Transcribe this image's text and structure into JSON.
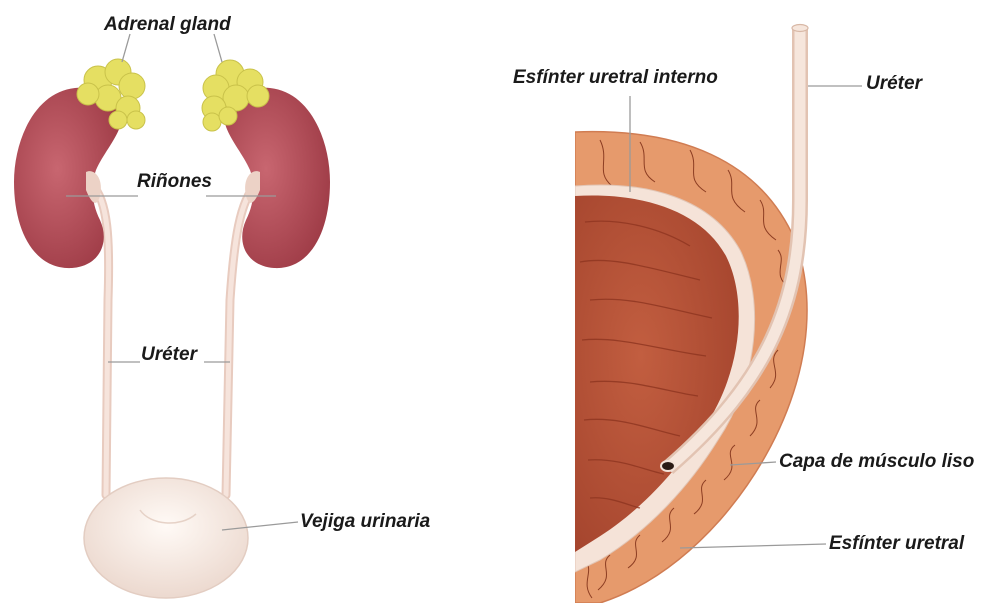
{
  "labels": {
    "adrenal_gland": "Adrenal gland",
    "kidneys": "Riñones",
    "ureter_left": "Uréter",
    "bladder": "Vejiga urinaria",
    "internal_sphincter": "Esfínter uretral interno",
    "ureter_right": "Uréter",
    "smooth_muscle": "Capa de músculo liso",
    "urethral_sphincter": "Esfínter uretral"
  },
  "colors": {
    "kidney": "#b9505a",
    "adrenal": "#e9e56c",
    "ureter": "#f3dcd2",
    "bladder": "#f7ece6",
    "bladder_interior": "#b8543a",
    "muscle_layer": "#e79a6e",
    "lining": "#f6e6dc",
    "leader_line": "#9a9a9a"
  }
}
